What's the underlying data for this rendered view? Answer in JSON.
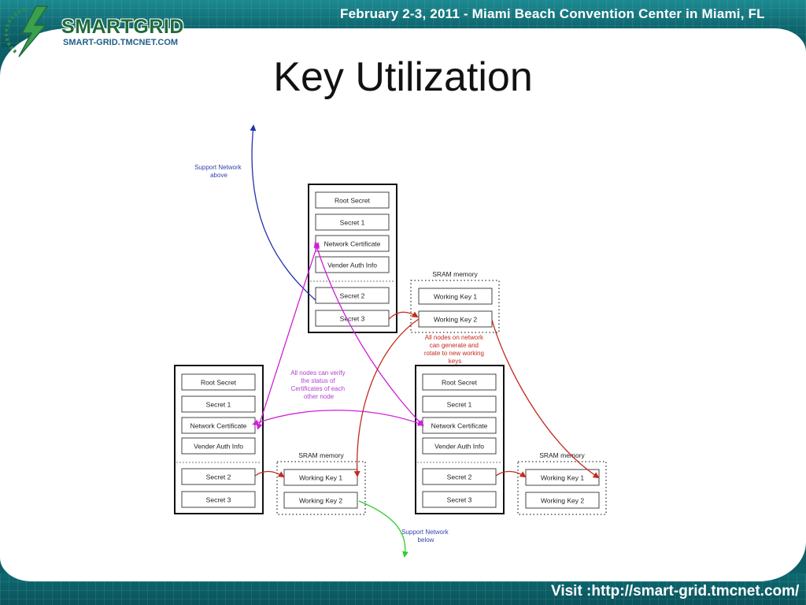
{
  "header": {
    "logo_word": "SMARTGRID",
    "logo_url": "SMART-GRID.TMCNET.COM",
    "event": "February 2-3, 2011 - Miami Beach Convention Center in Miami, FL"
  },
  "title": "Key Utilization",
  "footer": {
    "visit": "Visit :http://smart-grid.tmcnet.com/"
  },
  "diagram": {
    "node_top": [
      "Root Secret",
      "Secret 1",
      "Network Certificate",
      "Vender Auth Info",
      "Secret 2",
      "Secret 3"
    ],
    "node_left": [
      "Root Secret",
      "Secret 1",
      "Network Certificate",
      "Vender Auth Info",
      "Secret 2",
      "Secret 3"
    ],
    "node_right": [
      "Root Secret",
      "Secret 1",
      "Network Certificate",
      "Vender Auth Info",
      "Secret 2",
      "Secret 3"
    ],
    "sram_label": "SRAM memory",
    "working_key_1": "Working Key 1",
    "working_key_2": "Working Key 2",
    "support_above": [
      "Support Network",
      "above"
    ],
    "support_below": [
      "Support Network",
      "below"
    ],
    "verify_note": [
      "All nodes can verify",
      "the status of",
      "Certificates of each",
      "other node"
    ],
    "rotate_note": [
      "All nodes on network",
      "can generate and",
      "rotate to new working",
      "keys"
    ]
  },
  "colors": {
    "teal_band": "#0f6870",
    "arrow_blue": "#2233aa",
    "arrow_magenta": "#d020d8",
    "arrow_red": "#c42a1e",
    "arrow_green": "#33cc33",
    "note_purple": "#b040d0",
    "note_red": "#c42a1e",
    "label_blue": "#3344aa"
  }
}
